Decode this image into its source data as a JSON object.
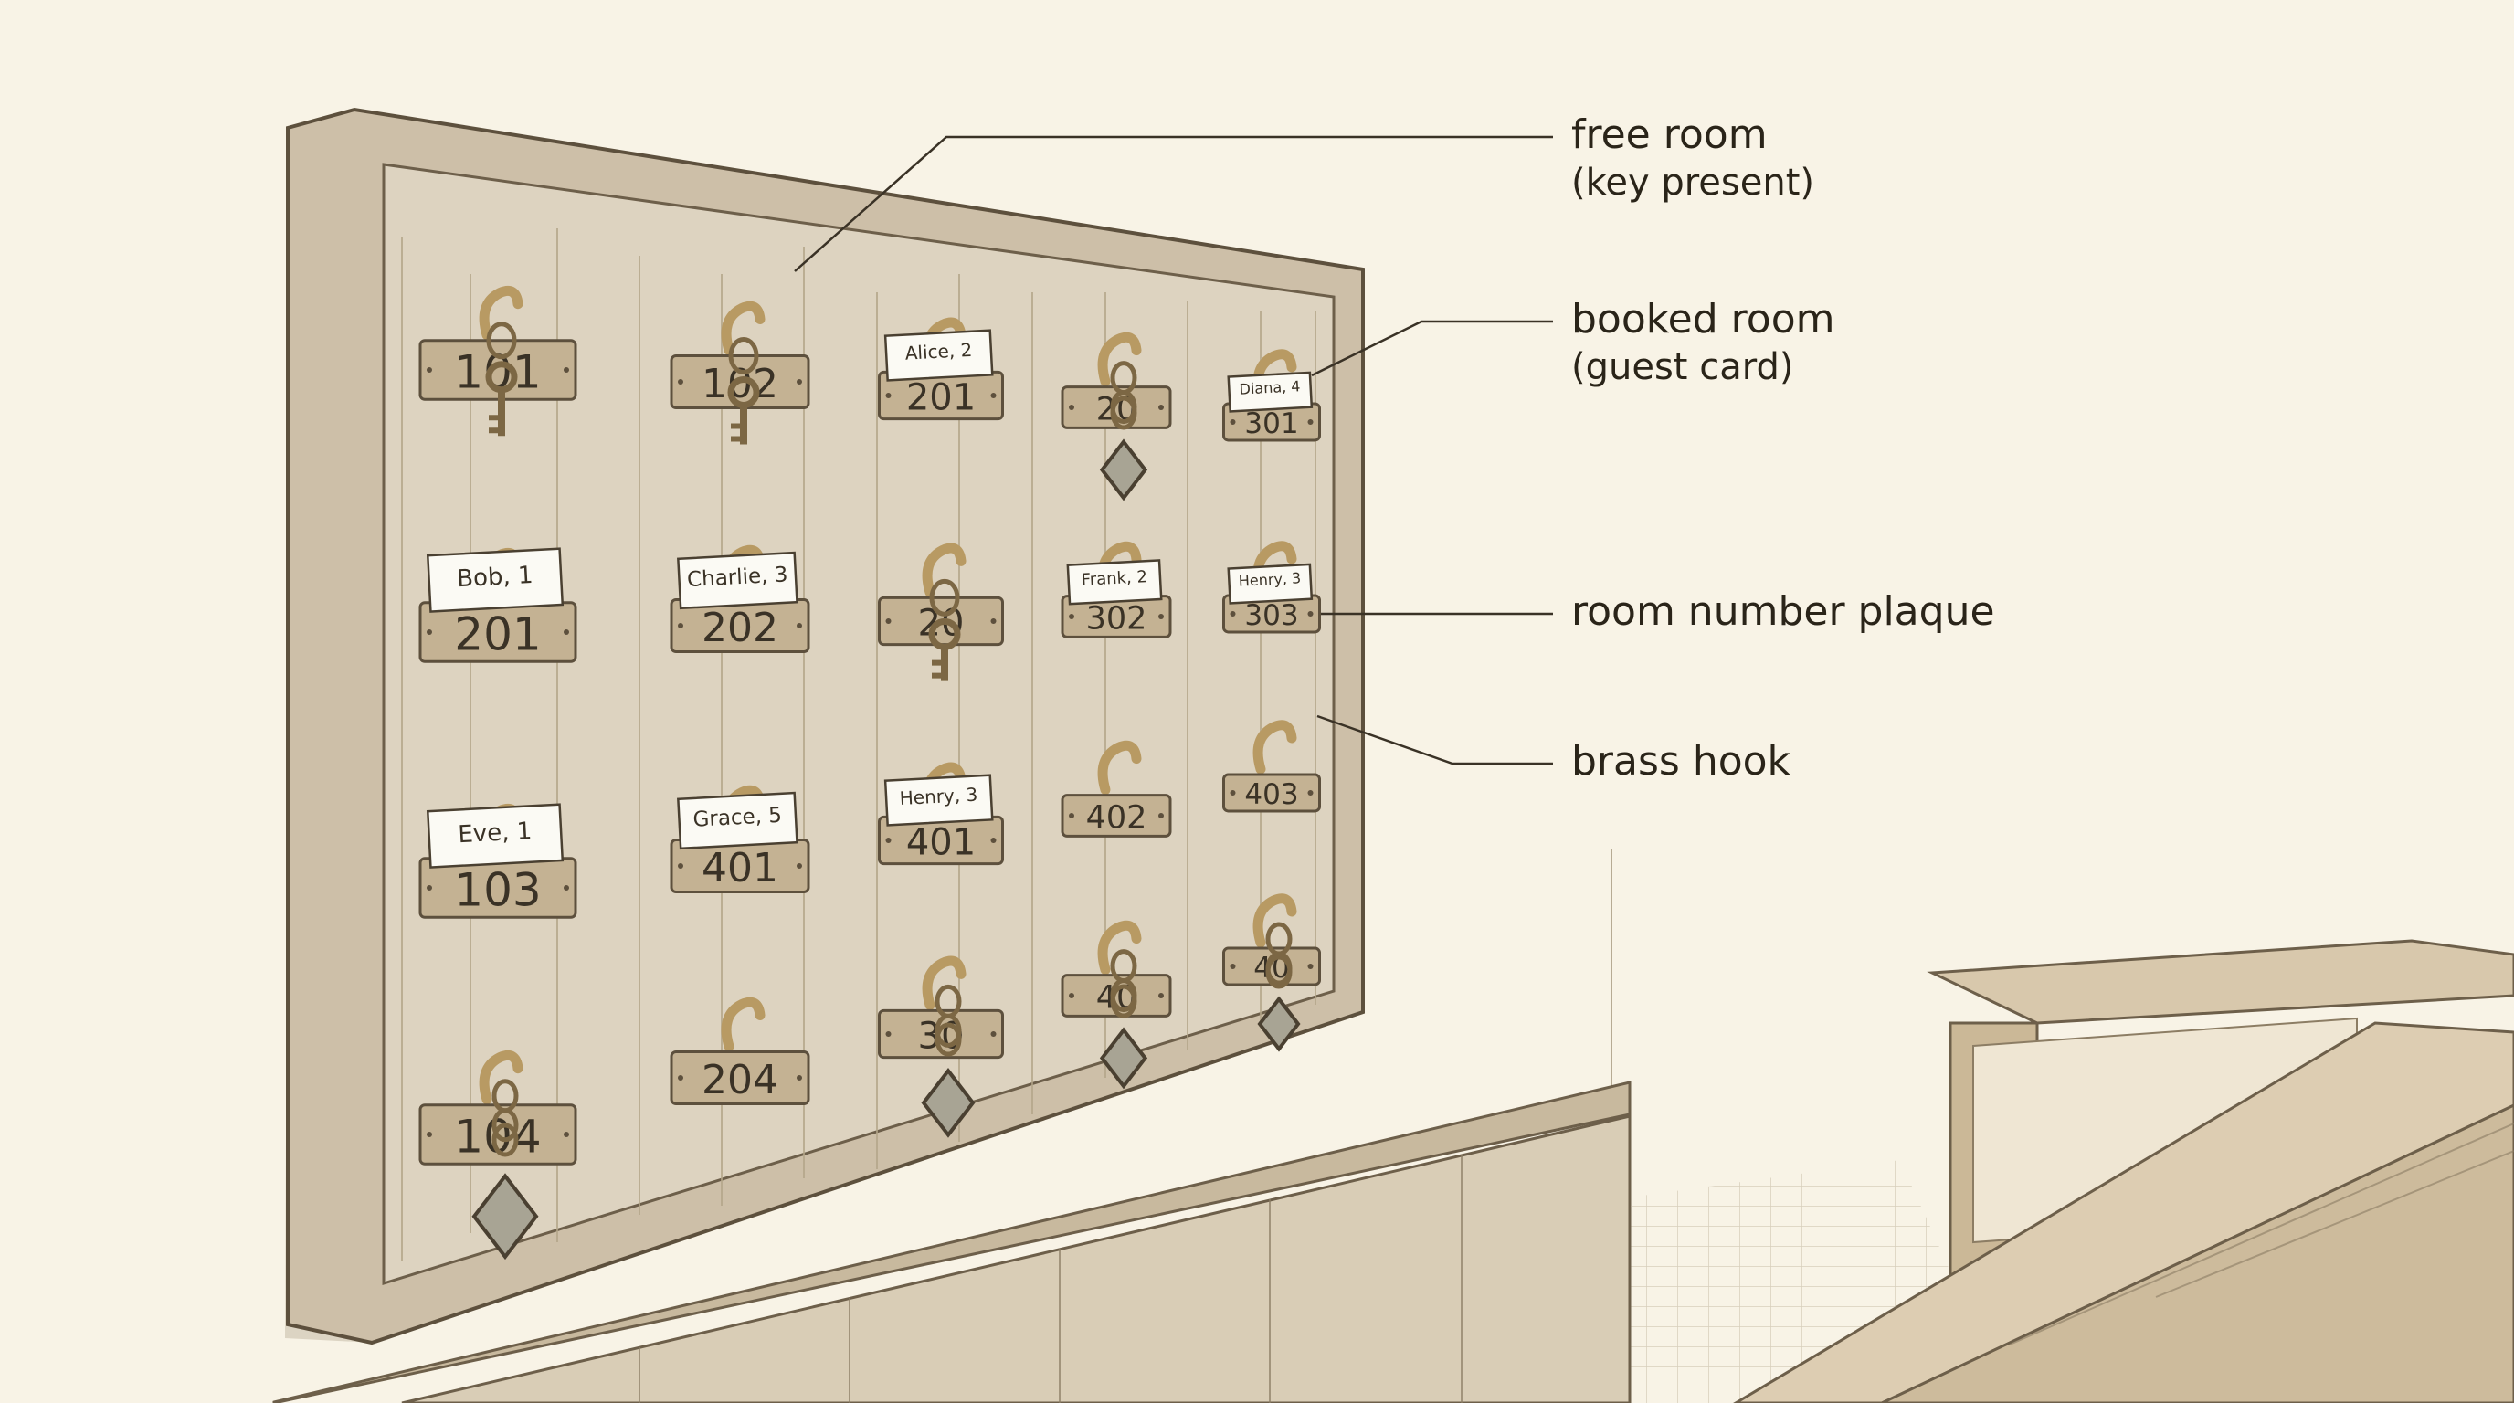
{
  "annotations": {
    "free_room": {
      "line1": "free room",
      "line2": "(key present)"
    },
    "booked_room": {
      "line1": "booked room",
      "line2": "(guest card)"
    },
    "plaque": {
      "line1": "room number plaque"
    },
    "hook": {
      "line1": "brass hook"
    }
  },
  "slots": [
    {
      "id": "r1c1",
      "room": "101",
      "content": "key"
    },
    {
      "id": "r1c2",
      "room": "102",
      "content": "key"
    },
    {
      "id": "r1c3",
      "room": "201",
      "content": "card",
      "guest": "Alice, 2"
    },
    {
      "id": "r1c4",
      "room": "202",
      "content": "fob",
      "plaque_label": "20"
    },
    {
      "id": "r1c5",
      "room": "301",
      "content": "card",
      "guest": "Diana, 4"
    },
    {
      "id": "r2c1",
      "room": "201",
      "content": "card",
      "guest": "Bob, 1"
    },
    {
      "id": "r2c2",
      "room": "202",
      "content": "card",
      "guest": "Charlie, 3"
    },
    {
      "id": "r2c3",
      "room": "203",
      "content": "key",
      "plaque_label": "20"
    },
    {
      "id": "r2c4",
      "room": "302",
      "content": "card",
      "guest": "Frank, 2"
    },
    {
      "id": "r2c5",
      "room": "303",
      "content": "card",
      "guest": "Henry, 3"
    },
    {
      "id": "r3c1",
      "room": "103",
      "content": "card",
      "guest": "Eve, 1"
    },
    {
      "id": "r3c2",
      "room": "401",
      "content": "card",
      "guest": "Grace, 5"
    },
    {
      "id": "r3c3",
      "room": "401",
      "content": "card",
      "guest": "Henry, 3"
    },
    {
      "id": "r3c4",
      "room": "402",
      "content": "empty"
    },
    {
      "id": "r3c5",
      "room": "403",
      "content": "empty"
    },
    {
      "id": "r4c1",
      "room": "104",
      "content": "fob"
    },
    {
      "id": "r4c2",
      "room": "204",
      "content": "empty"
    },
    {
      "id": "r4c3",
      "room": "304",
      "content": "fob",
      "plaque_label": "30"
    },
    {
      "id": "r4c4",
      "room": "403",
      "content": "fob",
      "plaque_label": "40"
    },
    {
      "id": "r4c5",
      "room": "404",
      "content": "fob",
      "plaque_label": "40"
    }
  ],
  "colors": {
    "background": "#f8f3e6",
    "wood_frame": "#cdbfa8",
    "board": "#ddd3c0",
    "plaque": "#c4b293",
    "brass": "#b89a63",
    "ink": "#3a3226",
    "card": "#fbfaf4"
  }
}
